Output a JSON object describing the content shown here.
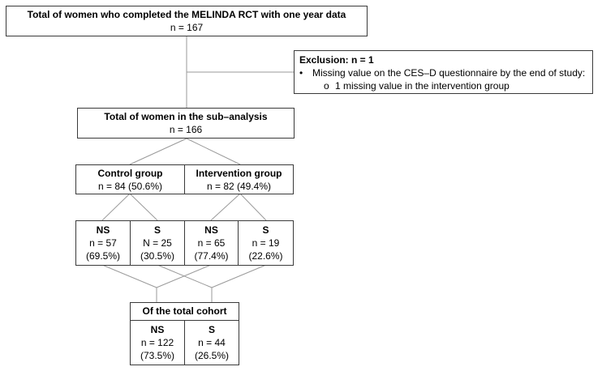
{
  "top": {
    "title": "Total of women who completed the MELINDA RCT with one year data",
    "n": "n = 167"
  },
  "exclusion": {
    "title": "Exclusion: n = 1",
    "bullet": "•",
    "item": "Missing value on the CES–D questionnaire by the end of study:",
    "subbullet": "o",
    "subitem": "1 missing value in the intervention group"
  },
  "sub": {
    "title": "Total of women in the sub–analysis",
    "n": "n = 166"
  },
  "control": {
    "title": "Control group",
    "n": "n = 84 (50.6%)"
  },
  "intervention": {
    "title": "Intervention group",
    "n": "n = 82 (49.4%)"
  },
  "control_ns": {
    "label": "NS",
    "n": "n = 57",
    "pct": "(69.5%)"
  },
  "control_s": {
    "label": "S",
    "n": "N = 25",
    "pct": "(30.5%)"
  },
  "interv_ns": {
    "label": "NS",
    "n": "n = 65",
    "pct": "(77.4%)"
  },
  "interv_s": {
    "label": "S",
    "n": "n = 19",
    "pct": "(22.6%)"
  },
  "total": {
    "title": "Of the total cohort"
  },
  "total_ns": {
    "label": "NS",
    "n": "n = 122",
    "pct": "(73.5%)"
  },
  "total_s": {
    "label": "S",
    "n": "n = 44",
    "pct": "(26.5%)"
  }
}
